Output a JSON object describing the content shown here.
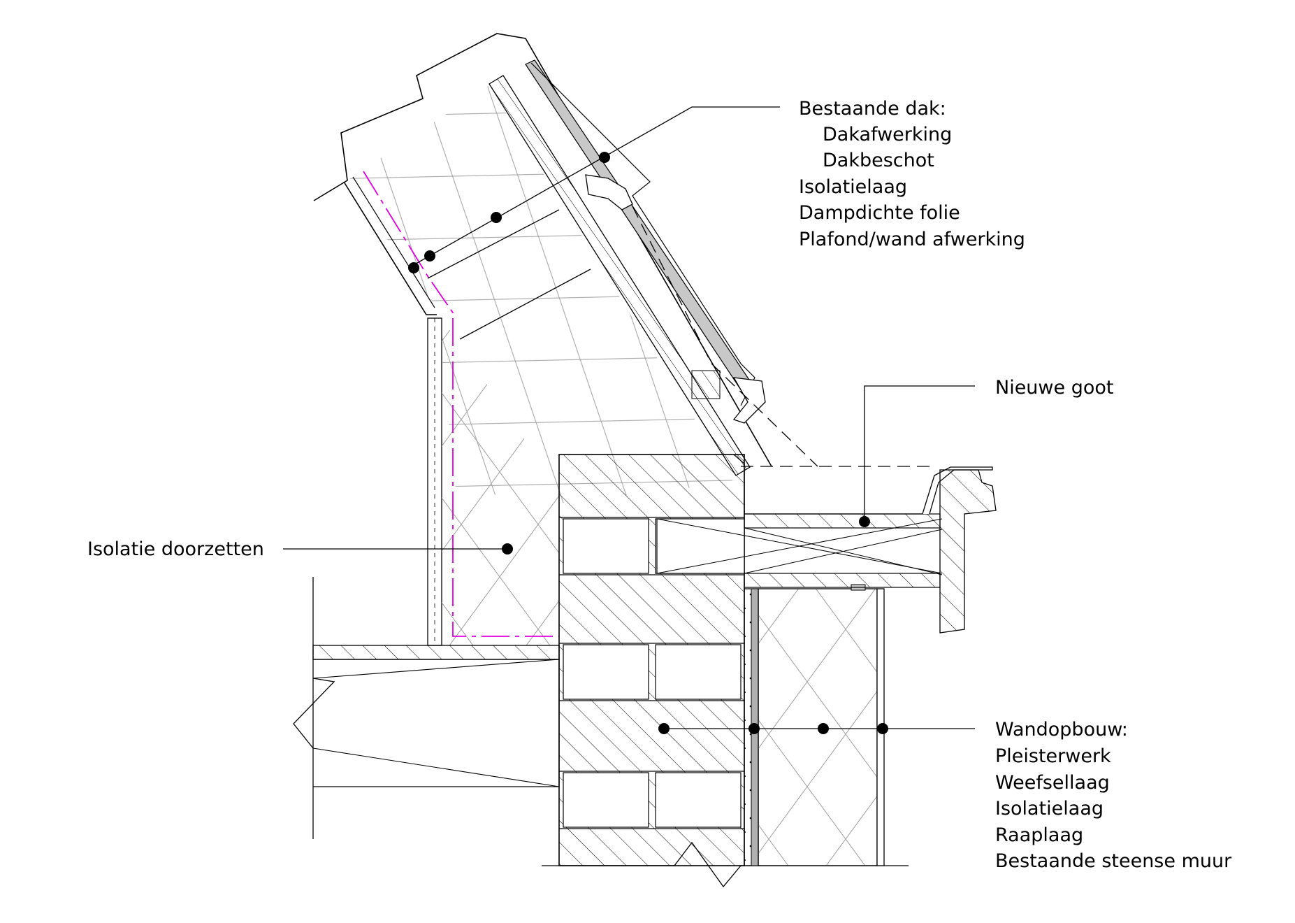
{
  "labels": {
    "roof": {
      "heading": "Bestaande dak:",
      "items": [
        "Dakafwerking",
        "Dakbeschot",
        "Isolatielaag",
        "Dampdichte folie",
        "Plafond/wand afwerking"
      ]
    },
    "gutter": "Nieuwe goot",
    "insulation": "Isolatie doorzetten",
    "wall": {
      "heading": "Wandopbouw:",
      "items": [
        "Pleisterwerk",
        "Weefsellaag",
        "Isolatielaag",
        "Raaplaag",
        "Bestaande steense muur"
      ]
    }
  },
  "colors": {
    "line": "#000000",
    "hatch": "#9a9a9a",
    "vapor_barrier": "#e000e0",
    "grey_fill": "#c8c8c8"
  }
}
